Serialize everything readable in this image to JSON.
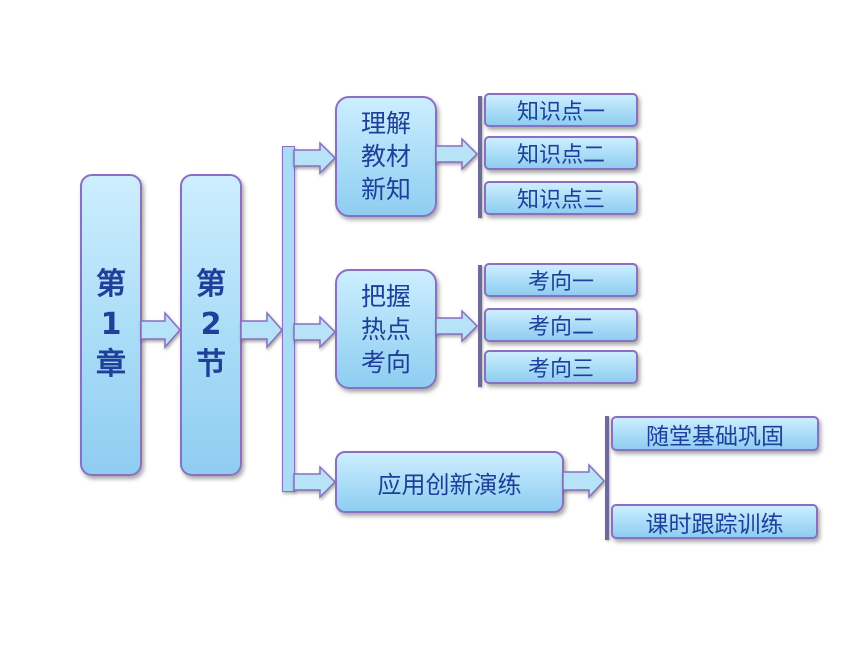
{
  "chapter": "第\n1\n章",
  "section": "第\n2\n节",
  "branches": [
    {
      "label": "理解\n教材\n新知",
      "items": [
        "知识点一",
        "知识点二",
        "知识点三"
      ]
    },
    {
      "label": "把握\n热点\n考向",
      "items": [
        "考向一",
        "考向二",
        "考向三"
      ]
    },
    {
      "label": "应用创新演练",
      "items": [
        "随堂基础巩固",
        "课时跟踪训练"
      ]
    }
  ],
  "colors": {
    "box_fill": "#a9dcf7",
    "box_border": "#8a6fc2",
    "text": "#1f3f9a",
    "bar": "#6c6c9c"
  }
}
